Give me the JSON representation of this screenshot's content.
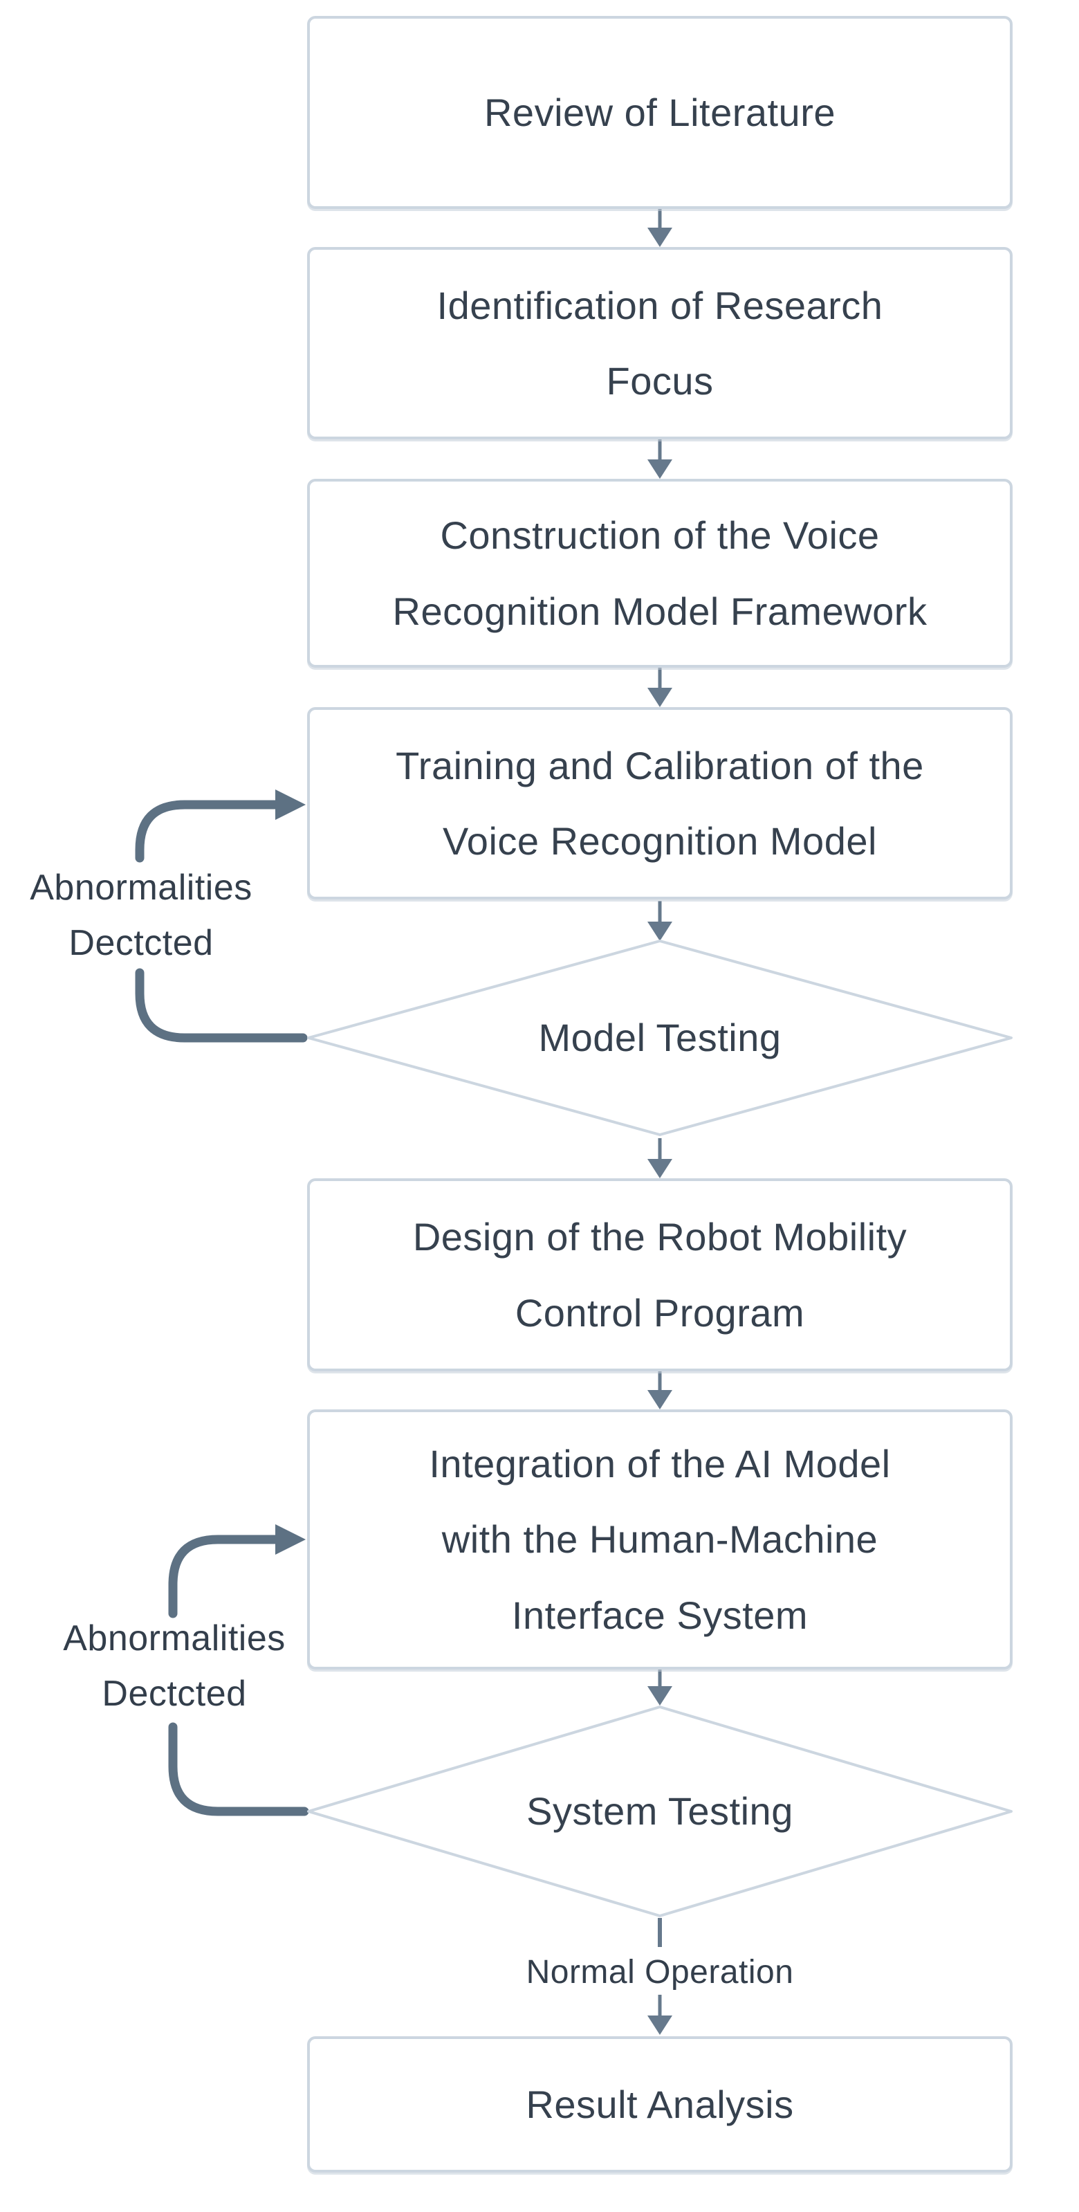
{
  "colors": {
    "canvas_bg": "#ffffff",
    "node_fill": "#ffffff",
    "node_border": "#ccd6e0",
    "node_text": "#36414e",
    "arrow": "#66798c",
    "loop": "#5d7183",
    "label_text": "#333e4b"
  },
  "flowchart": {
    "nodes": [
      {
        "id": "review-of-literature",
        "type": "process",
        "label": "Review of Literature"
      },
      {
        "id": "identification-of-research-focus",
        "type": "process",
        "label": "Identification of Research\nFocus"
      },
      {
        "id": "construction-voice-recognition-framework",
        "type": "process",
        "label": "Construction of the Voice\nRecognition Model Framework"
      },
      {
        "id": "training-calibration-voice-model",
        "type": "process",
        "label": "Training and Calibration of the\nVoice Recognition Model"
      },
      {
        "id": "model-testing",
        "type": "decision",
        "label": "Model Testing"
      },
      {
        "id": "design-robot-mobility-program",
        "type": "process",
        "label": "Design of the Robot Mobility\nControl Program"
      },
      {
        "id": "integration-ai-hmi-system",
        "type": "process",
        "label": "Integration of the AI Model\nwith the Human-Machine\nInterface System"
      },
      {
        "id": "system-testing",
        "type": "decision",
        "label": "System Testing"
      },
      {
        "id": "result-analysis",
        "type": "process",
        "label": "Result Analysis"
      }
    ],
    "edge_labels": [
      {
        "id": "loop-model-testing",
        "text": "Abnormalities\nDectcted"
      },
      {
        "id": "loop-system-testing",
        "text": "Abnormalities\nDectcted"
      },
      {
        "id": "normal-operation",
        "text": "Normal Operation"
      }
    ]
  }
}
